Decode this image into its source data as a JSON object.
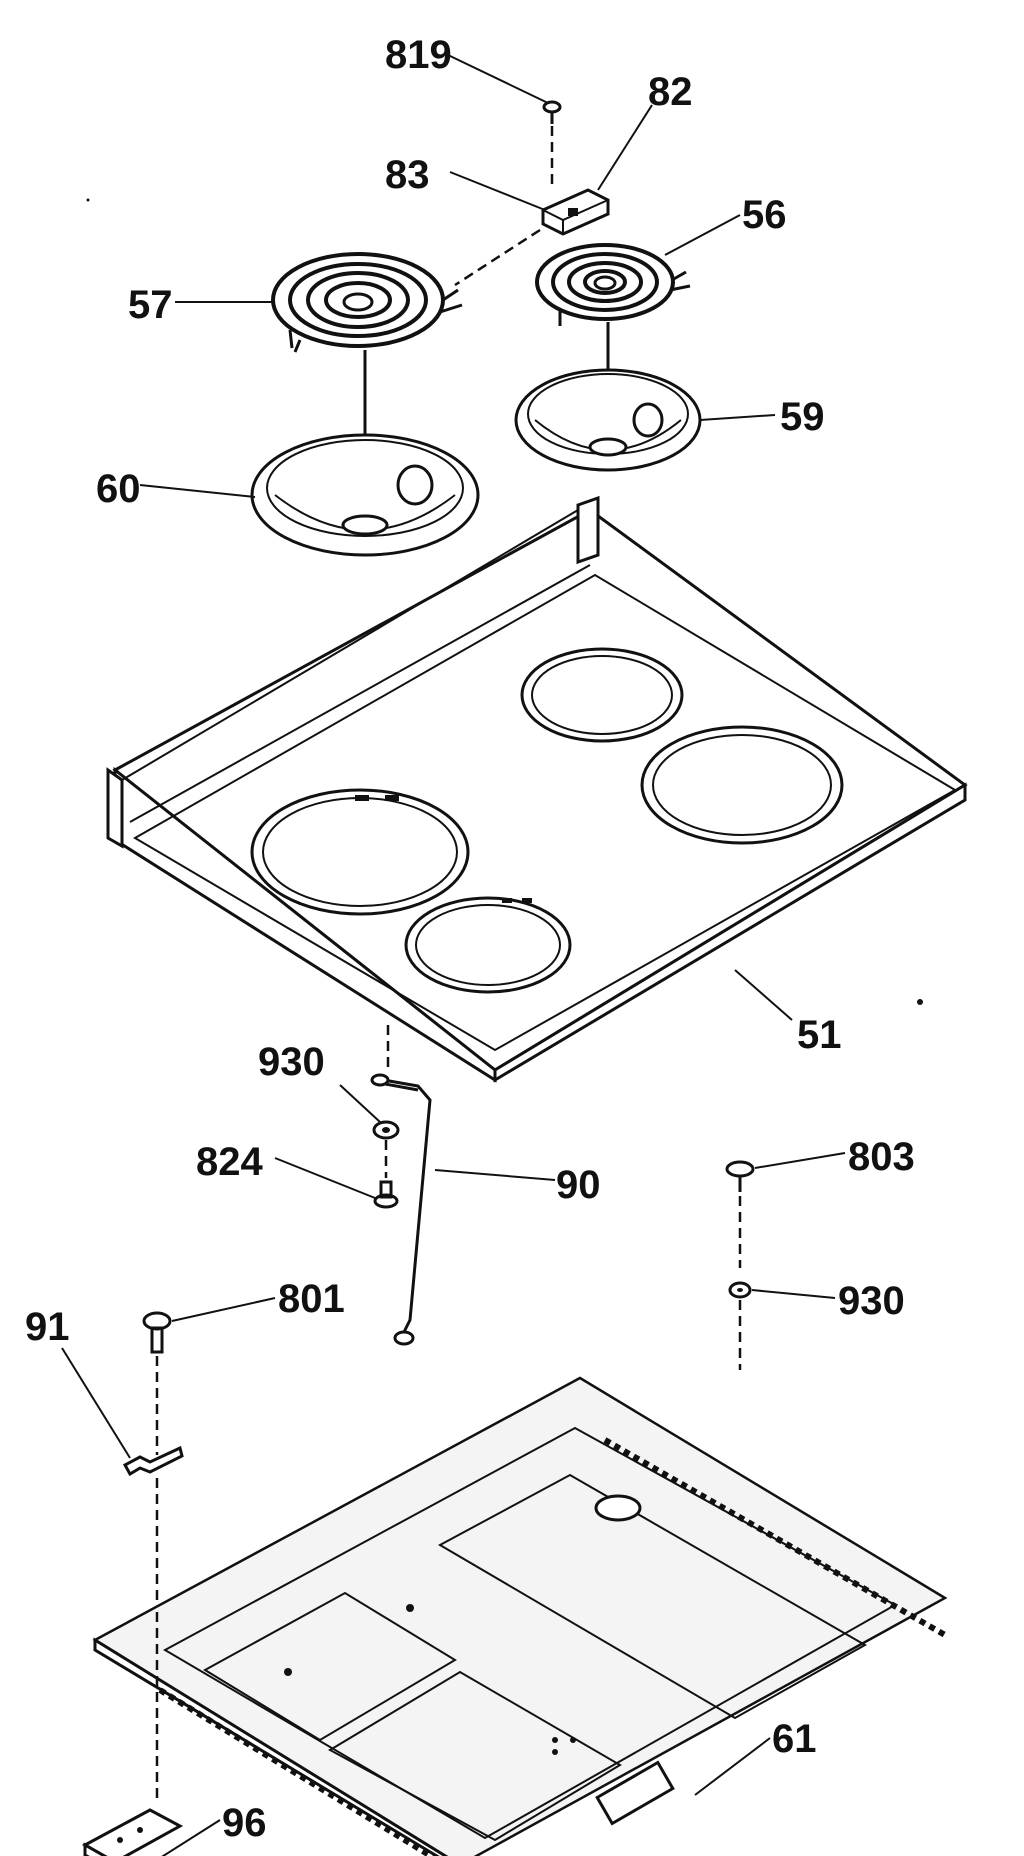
{
  "diagram": {
    "part_labels": {
      "p819": "819",
      "p82": "82",
      "p83": "83",
      "p56": "56",
      "p57": "57",
      "p59": "59",
      "p60": "60",
      "p51": "51",
      "p930a": "930",
      "p824": "824",
      "p90": "90",
      "p803": "803",
      "p801": "801",
      "p930b": "930",
      "p91": "91",
      "p61": "61",
      "p96": "96"
    }
  }
}
